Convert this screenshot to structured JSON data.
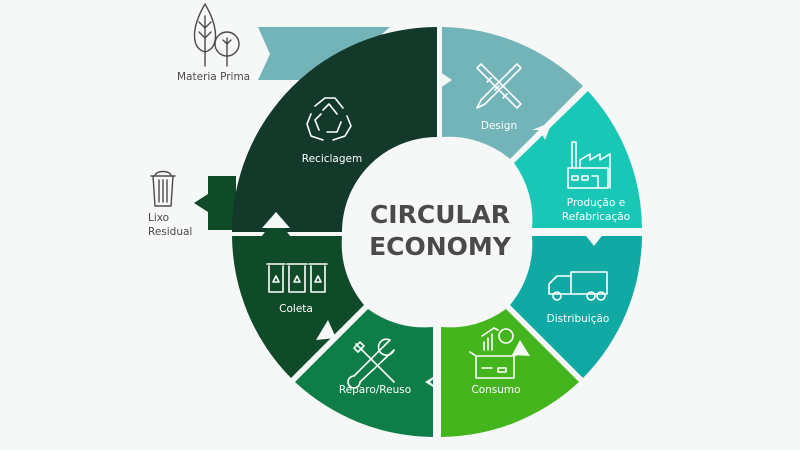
{
  "center": {
    "line1": "CIRCULAR",
    "line2": "ECONOMY"
  },
  "segments": [
    {
      "id": "reciclagem",
      "label": "Reciclagem",
      "icon": "recycle-icon",
      "color": "#13392a"
    },
    {
      "id": "design",
      "label": "Design",
      "icon": "pencil-ruler-icon",
      "color": "#72b4b8"
    },
    {
      "id": "producao",
      "label_line1": "Produção e",
      "label_line2": "Refabricação",
      "icon": "factory-icon",
      "color": "#19c7b6"
    },
    {
      "id": "distribuicao",
      "label": "Distribuição",
      "icon": "truck-icon",
      "color": "#10a9a3"
    },
    {
      "id": "consumo",
      "label": "Consumo",
      "icon": "box-money-icon",
      "color": "#45b51e"
    },
    {
      "id": "reparo",
      "label": "Reparo/Reuso",
      "icon": "wrench-screwdriver-icon",
      "color": "#0f7d47"
    },
    {
      "id": "coleta",
      "label": "Coleta",
      "icon": "recycling-bins-icon",
      "color": "#0f4b28"
    }
  ],
  "inputs": {
    "materia_prima": {
      "label": "Materia Prima",
      "icon": "trees-icon",
      "arrow_color": "#72b4b8"
    },
    "lixo_residual": {
      "label_line1": "Lixo",
      "label_line2": "Residual",
      "icon": "trash-can-icon",
      "arrow_color": "#0f4b28"
    }
  },
  "colors": {
    "background": "#f6f8f8",
    "center_fill": "#f6f8f8",
    "text_dark": "#4a4a4a"
  }
}
